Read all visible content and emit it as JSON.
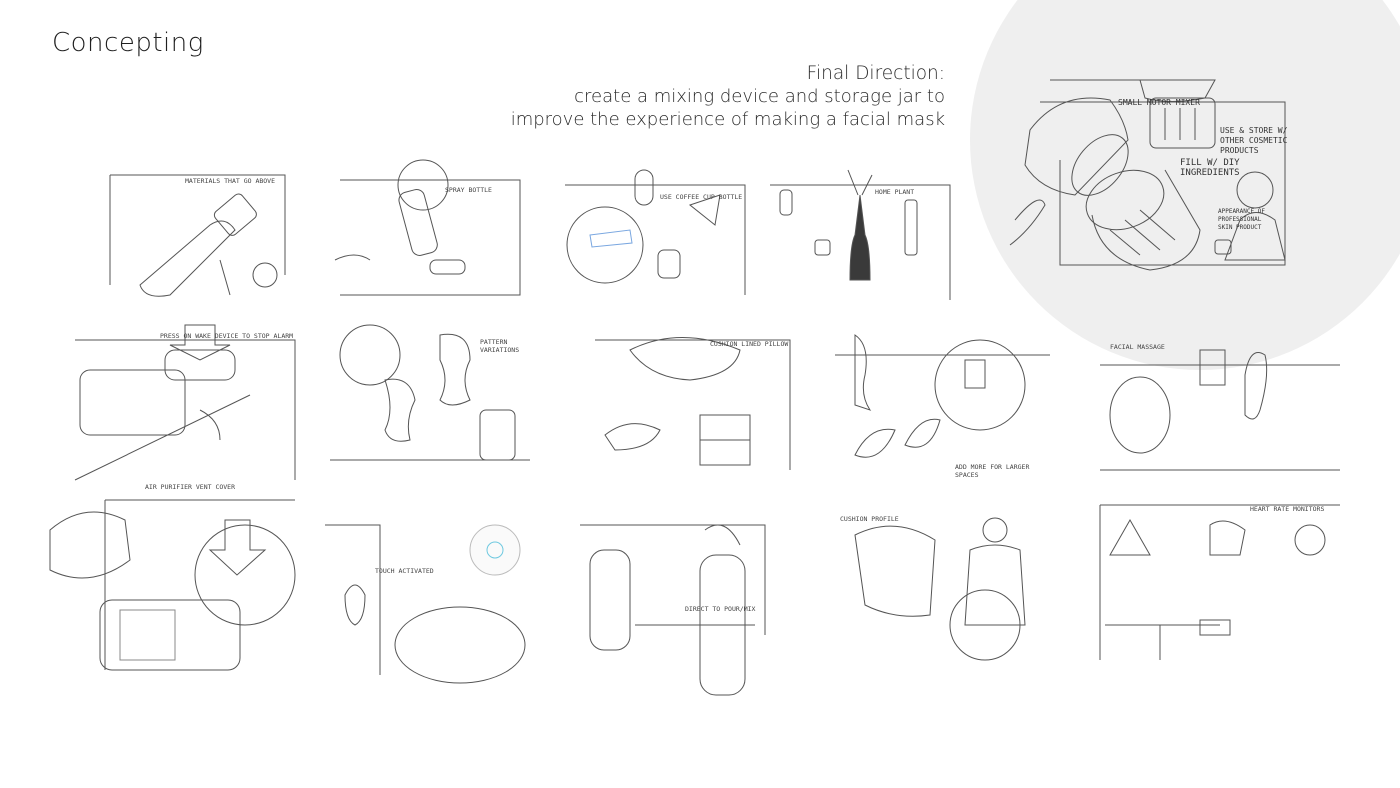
{
  "page": {
    "title": "Concepting",
    "final_direction": {
      "heading": "Final Direction:",
      "line1": "create a mixing device and storage jar to",
      "line2": "improve the experience of making a facial mask"
    }
  },
  "featured_sketch": {
    "notes": [
      "Small motor mixer",
      "Use & store w/ other cosmetic products",
      "Fill w/ DIY ingredients",
      "Appearance of professional skin product"
    ]
  },
  "sketches": [
    {
      "note": "Materials that go above"
    },
    {
      "note": "Spray bottle"
    },
    {
      "note": "Use coffee cup bottle"
    },
    {
      "note": "Home plant"
    },
    {
      "note": "Press on wake device to stop alarm"
    },
    {
      "note": "Pattern variations"
    },
    {
      "note": "Cushion lined pillow"
    },
    {
      "note": "Add more for larger spaces"
    },
    {
      "note": "Facial massage"
    },
    {
      "note": "Air purifier vent cover"
    },
    {
      "note": "Touch activated"
    },
    {
      "note": "Direct to pour/mix"
    },
    {
      "note": "Cushion profile"
    },
    {
      "note": "Heart rate monitors"
    }
  ],
  "colors": {
    "background": "#ffffff",
    "circle": "#efefef",
    "text": "#222222"
  }
}
